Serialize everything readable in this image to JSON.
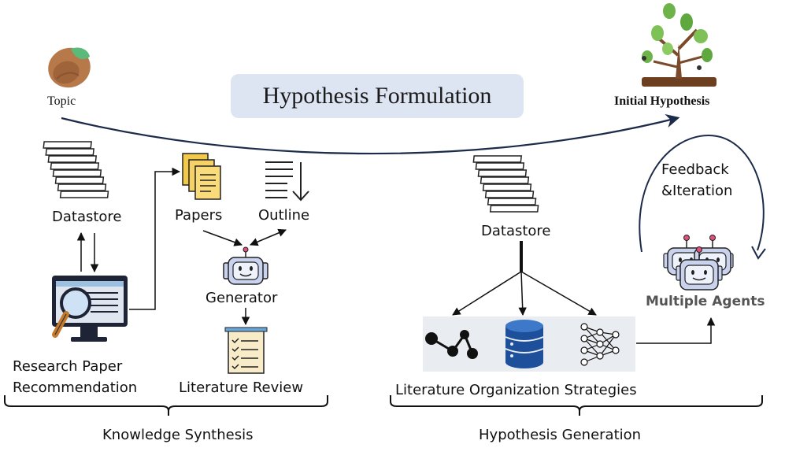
{
  "title": "Hypothesis Formulation",
  "topic_label": "Topic",
  "initial_hypothesis_label": "Initial Hypothesis",
  "knowledge_synthesis": {
    "datastore_label": "Datastore",
    "recommendation_label_line1": "Research Paper",
    "recommendation_label_line2": "Recommendation",
    "papers_label": "Papers",
    "outline_label": "Outline",
    "generator_label": "Generator",
    "literature_review_label": "Literature Review",
    "section_label": "Knowledge Synthesis"
  },
  "hypothesis_generation": {
    "datastore_label": "Datastore",
    "strategies_label": "Literature Organization Strategies",
    "feedback_line1": "Feedback",
    "feedback_line2": "&Iteration",
    "agents_label": "Multiple Agents",
    "section_label": "Hypothesis Generation"
  },
  "colors": {
    "banner_bg": "#dde4f2",
    "arrow_navy": "#1c2b4a",
    "robot_blue": "#c9d3ee",
    "database_blue": "#1d4f9a",
    "paper_yellow": "#f3c94d"
  }
}
